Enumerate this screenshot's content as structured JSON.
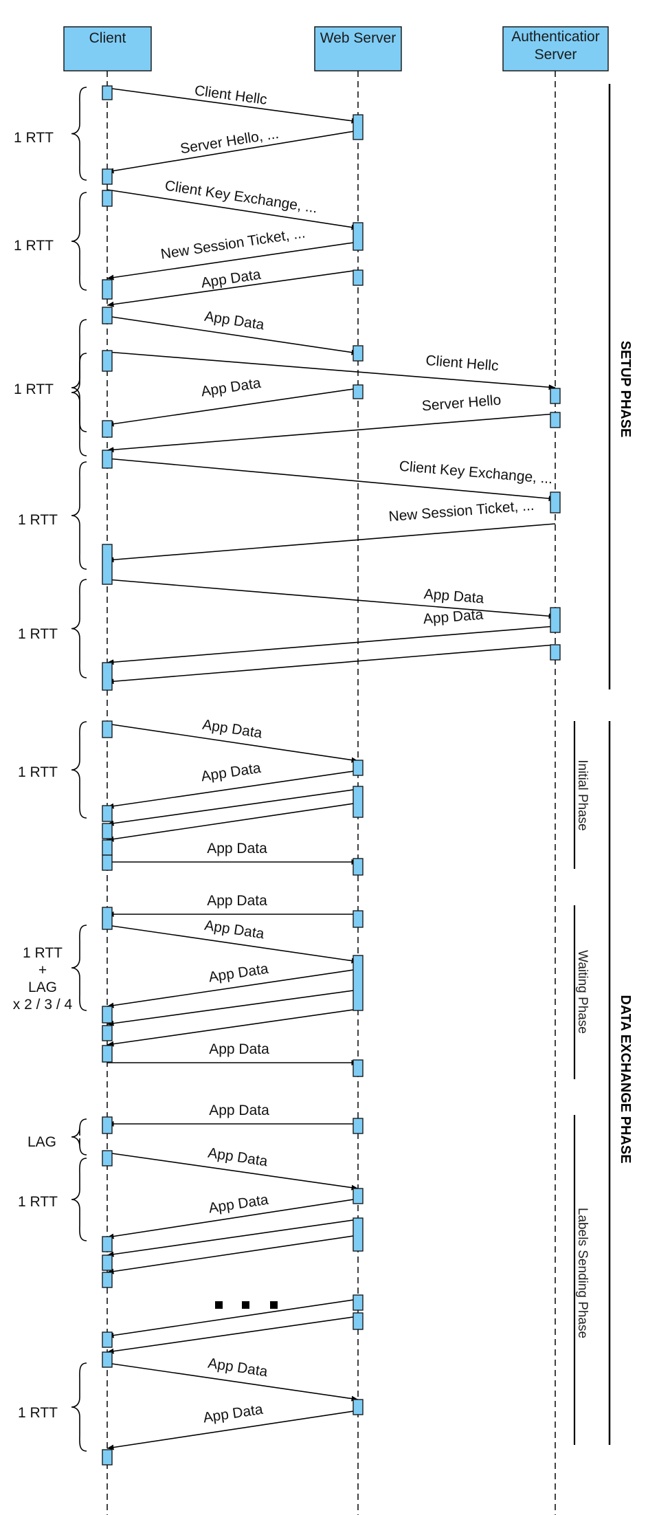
{
  "participants": {
    "client": {
      "label_lines": [
        "Client"
      ]
    },
    "web_server": {
      "label_lines": [
        "Web Server"
      ]
    },
    "auth_server": {
      "label_lines": [
        "Authenticatior",
        "Server"
      ]
    }
  },
  "colors": {
    "box_fill": "#7fcdf5",
    "box_stroke": "#1a1a1a",
    "line": "#000000"
  },
  "messages": {
    "client_hello_ws": "Client Hellc",
    "server_hello_ws": "Server Hello, ...",
    "cke_ws": "Client Key Exchange, ...",
    "nst_ws": "New Session Ticket, ...",
    "app_data_1": "App Data",
    "app_data_2": "App Data",
    "client_hello_as": "Client Hellc",
    "app_data_3": "App Data",
    "server_hello_as": "Server Hello",
    "cke_as": "Client Key Exchange, ...",
    "nst_as": "New Session Ticket, ...",
    "app_data_as_1": "App Data",
    "app_data_as_2": "App Data",
    "app_data_ip_1": "App Data",
    "app_data_ip_2": "App Data",
    "app_data_ip_3": "App Data",
    "app_data_wp_1": "App Data",
    "app_data_wp_2": "App Data",
    "app_data_wp_3": "App Data",
    "app_data_wp_4": "App Data",
    "app_data_lp_1": "App Data",
    "app_data_lp_2": "App Data",
    "app_data_lp_3": "App Data",
    "app_data_lp_4": "App Data",
    "app_data_lp_5": "App Data"
  },
  "rtt_labels": {
    "r1": "1 RTT",
    "r2": "1 RTT",
    "r3": "1 RTT",
    "r4": "1 RTT",
    "r5": "1 RTT",
    "r6": "1 RTT",
    "r7_lines": [
      "1 RTT",
      "+",
      "LAG",
      "x  2 / 3 / 4"
    ],
    "r8": "LAG",
    "r9": "1 RTT",
    "r10": "1 RTT"
  },
  "phases": {
    "setup": "SETUP PHASE",
    "data_exchange": "DATA EXCHANGE PHASE",
    "initial": "Initial Phase",
    "waiting": "Waiting Phase",
    "labels_sending": "Labels Sending Phase"
  },
  "ellipsis_marker": "..."
}
